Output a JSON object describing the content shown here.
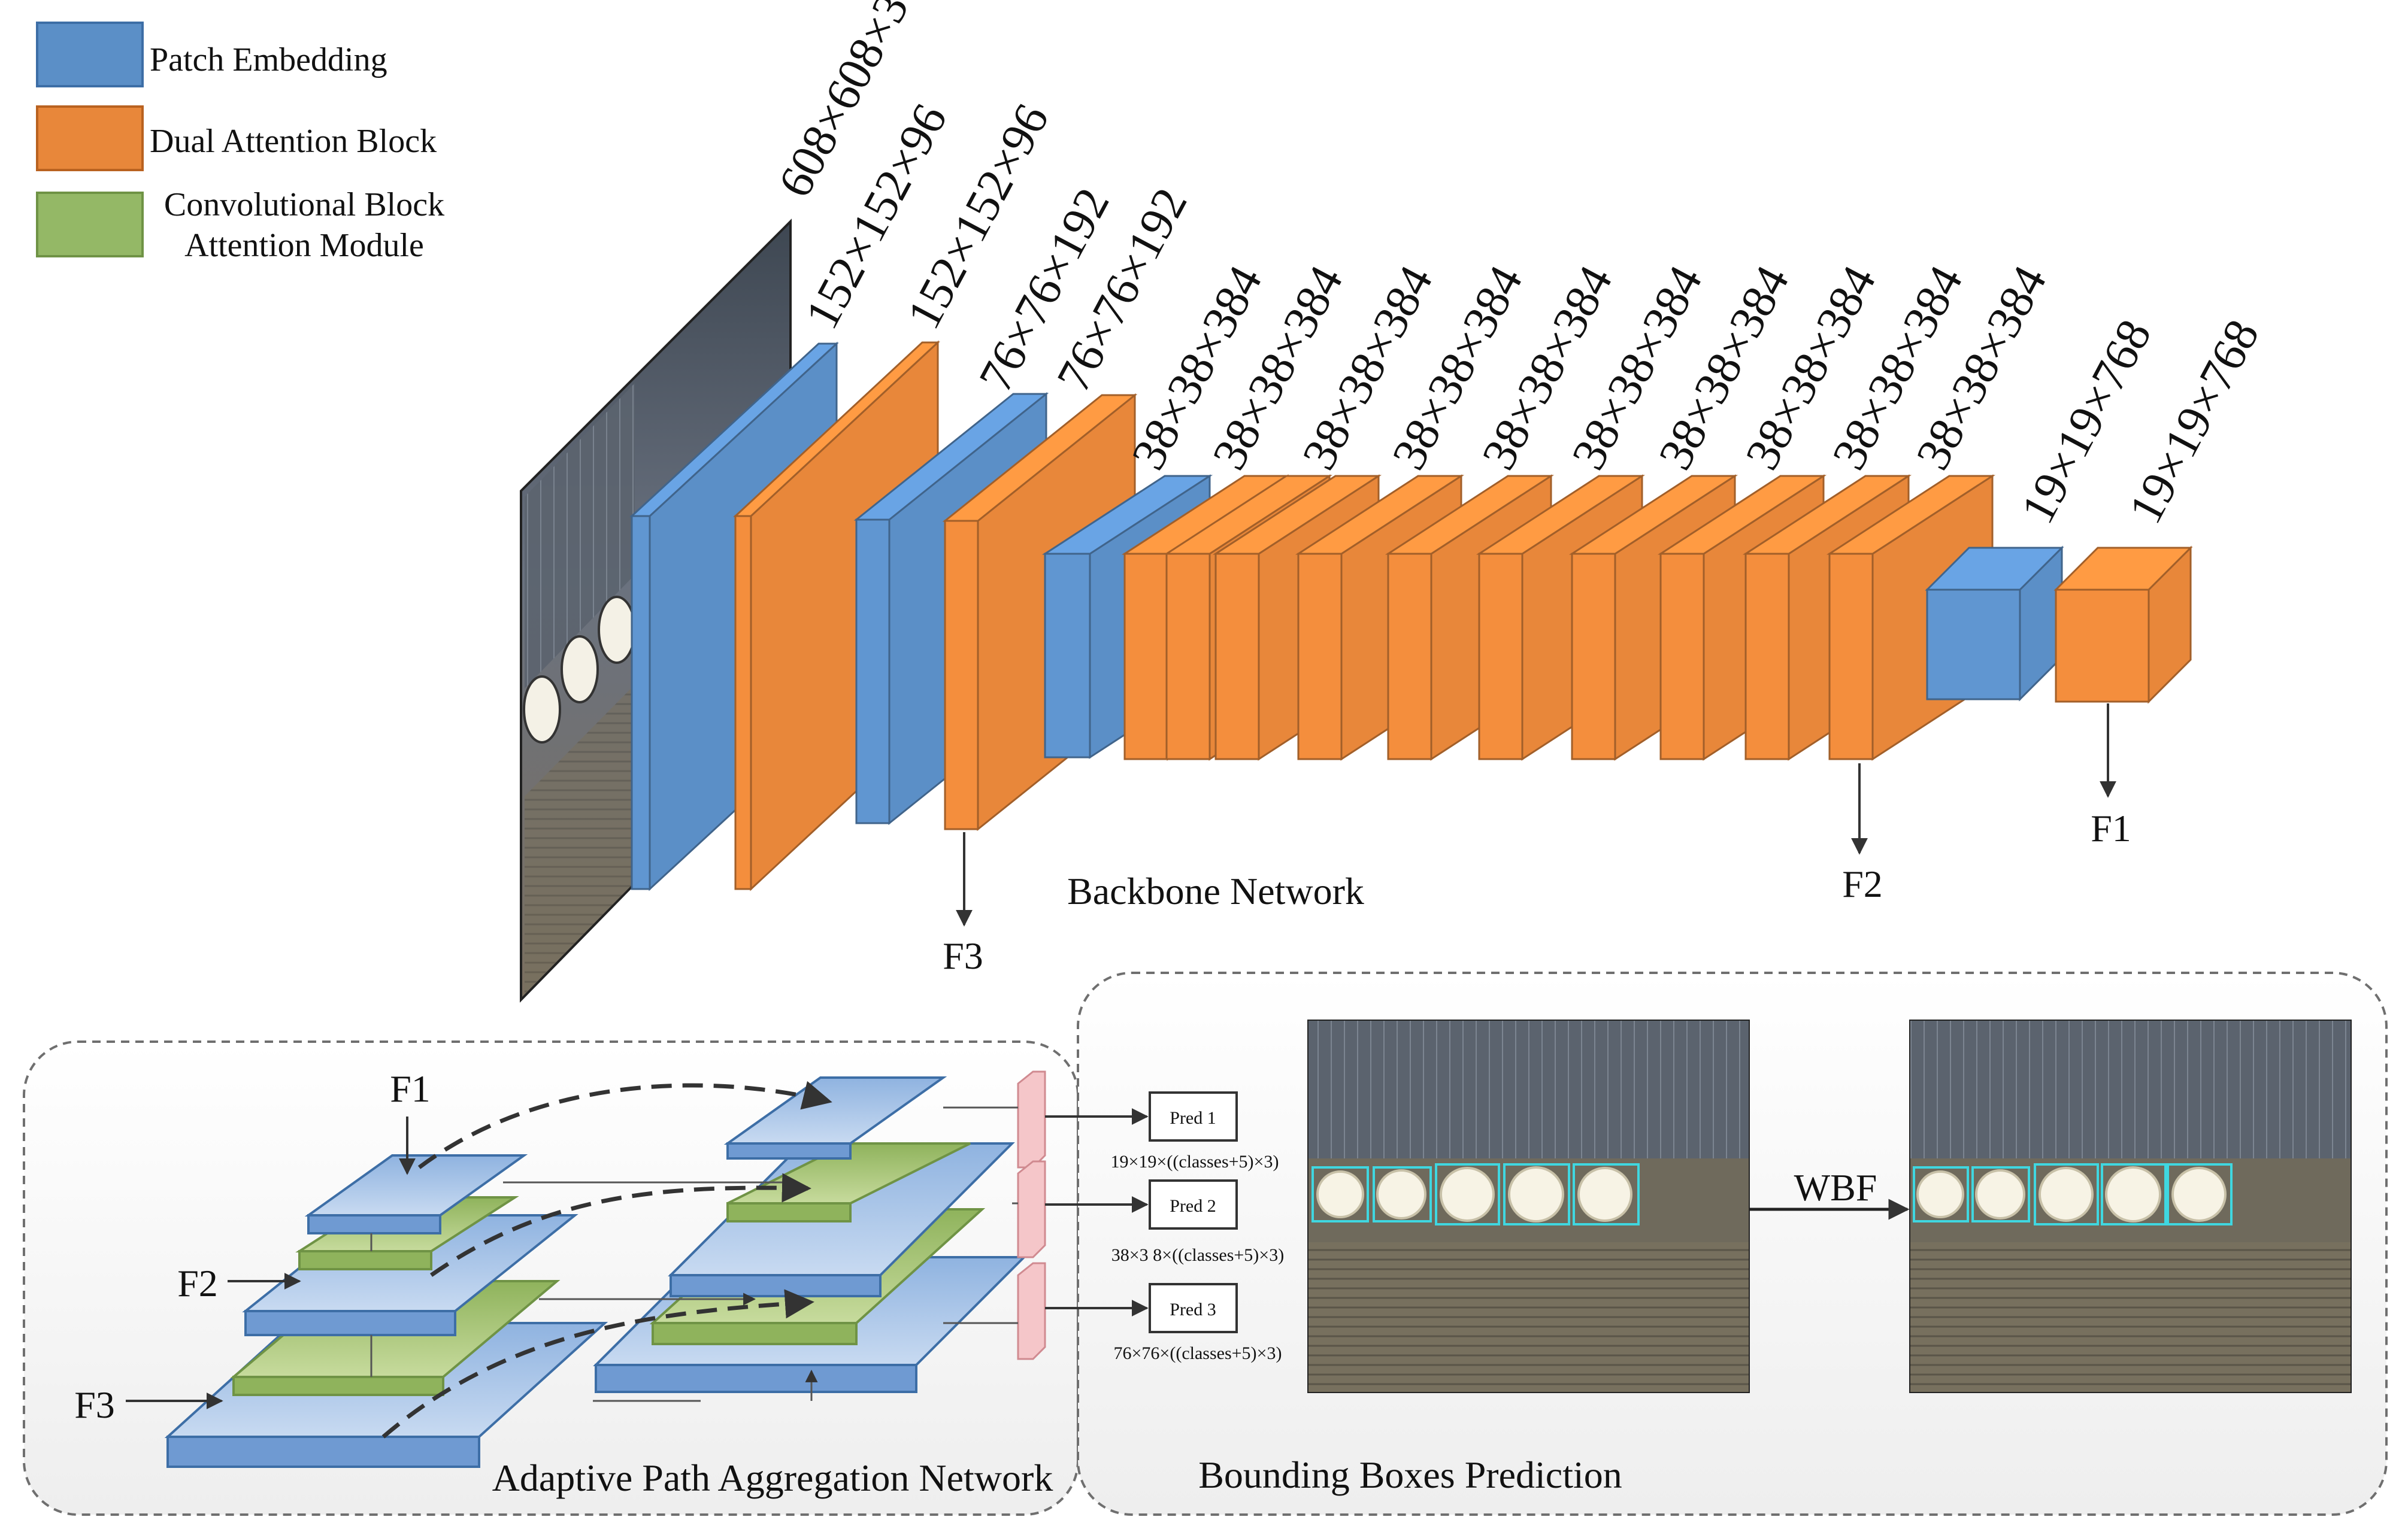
{
  "legend": {
    "patch_embedding": "Patch Embedding",
    "dual_attention_block": "Dual Attention Block",
    "cbam_line1": "Convolutional Block",
    "cbam_line2": "Attention Module"
  },
  "colors": {
    "patch_embedding": "#5b8fc7",
    "dual_attention_block": "#e8873a",
    "cbam": "#94b866",
    "panel_border": "#6f6f6f"
  },
  "backbone": {
    "title": "Backbone Network",
    "input_dim": "608×608×3",
    "dims": [
      "152×152×96",
      "152×152×96",
      "76×76×192",
      "76×76×192",
      "38×38×384",
      "38×38×384",
      "38×38×384",
      "38×38×384",
      "38×38×384",
      "38×38×384",
      "38×38×384",
      "38×38×384",
      "38×38×384",
      "38×38×384",
      "19×19×768",
      "19×19×768"
    ],
    "outputs": {
      "f3": "F3",
      "f2": "F2",
      "f1": "F1"
    }
  },
  "neck": {
    "title": "Adaptive Path Aggregation Network",
    "inputs": {
      "f1": "F1",
      "f2": "F2",
      "f3": "F3"
    }
  },
  "head": {
    "preds": [
      "Pred 1",
      "Pred 2",
      "Pred 3"
    ],
    "shapes": [
      "19×19×((classes+5)×3)",
      "38×3 8×((classes+5)×3)",
      "76×76×((classes+5)×3)"
    ]
  },
  "prediction": {
    "title": "Bounding Boxes Prediction",
    "fusion": "WBF"
  }
}
